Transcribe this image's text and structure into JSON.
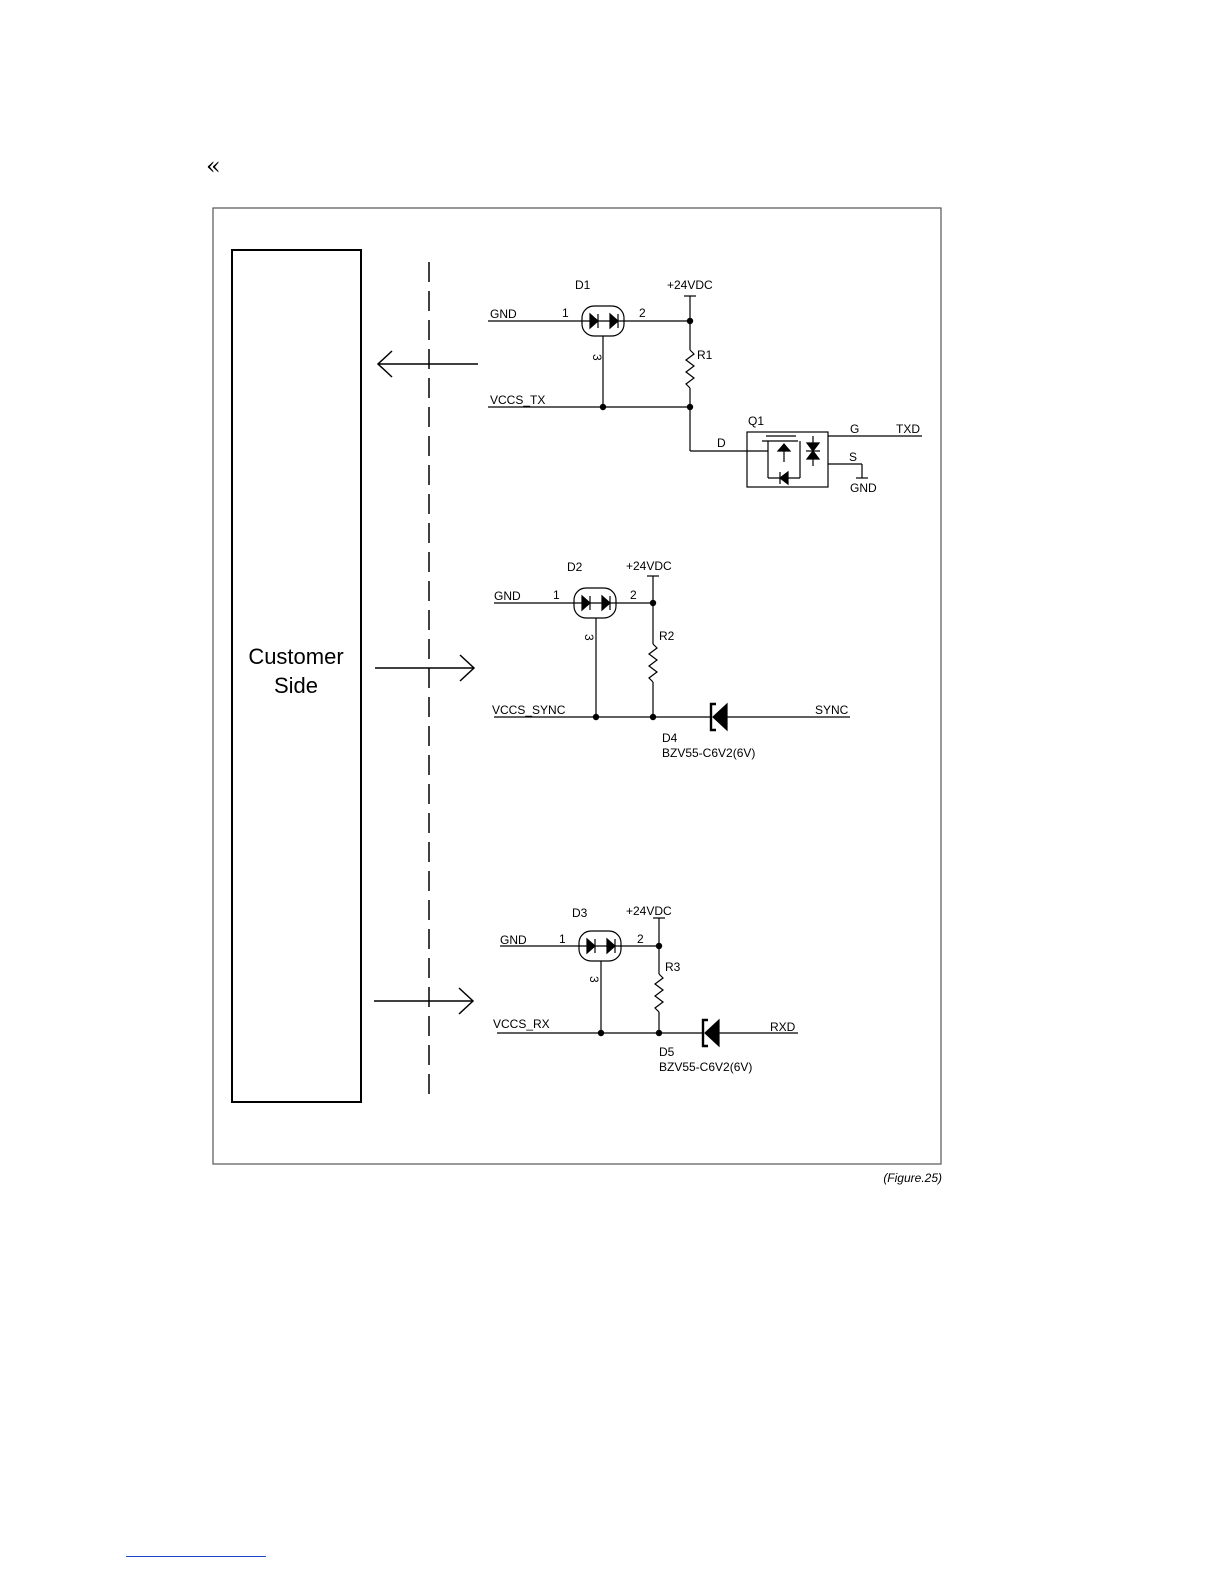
{
  "page": {
    "quote_glyph": "«",
    "figure_caption": "(Figure.25)"
  },
  "diagram": {
    "customer_side_lines": [
      "Customer",
      "Side"
    ],
    "tx_block": {
      "diode": "D1",
      "pin1": "1",
      "pin2": "2",
      "pin3": "3",
      "supply": "+24VDC",
      "gnd": "GND",
      "resistor": "R1",
      "net": "VCCS_TX",
      "transistor": "Q1",
      "d_pin": "D",
      "g_pin": "G",
      "s_pin": "S",
      "signal": "TXD",
      "s_gnd": "GND"
    },
    "sync_block": {
      "diode": "D2",
      "pin1": "1",
      "pin2": "2",
      "pin3": "3",
      "supply": "+24VDC",
      "gnd": "GND",
      "resistor": "R2",
      "net": "VCCS_SYNC",
      "zener": "D4",
      "zener_part": "BZV55-C6V2(6V)",
      "signal": "SYNC"
    },
    "rx_block": {
      "diode": "D3",
      "pin1": "1",
      "pin2": "2",
      "pin3": "3",
      "supply": "+24VDC",
      "gnd": "GND",
      "resistor": "R3",
      "net": "VCCS_RX",
      "zener": "D5",
      "zener_part": "BZV55-C6V2(6V)",
      "signal": "RXD"
    }
  }
}
